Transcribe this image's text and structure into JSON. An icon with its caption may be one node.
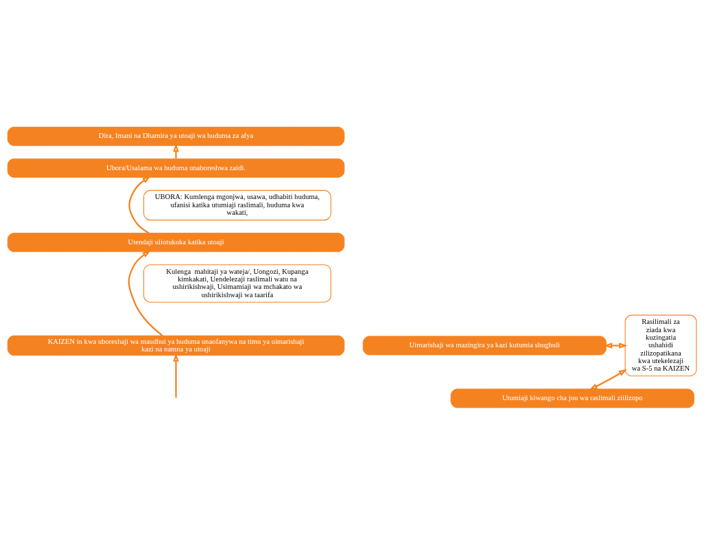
{
  "diagram": {
    "nodes": [
      {
        "text": [
          "Dira, Imani na Dhamira ya utoaji wa huduma za afya"
        ]
      },
      {
        "text": [
          "Ubora/Usalama wa huduma unaboreshwa zaidi."
        ]
      },
      {
        "text": [
          "UBORA: Kumlenga mgonjwa, usawa, udhabiti huduma, ufanisi katika utumiaji raslimali, huduma kwa wakati,"
        ]
      },
      {
        "text": [
          "Utendaji uliotukuka katika utoaji"
        ]
      },
      {
        "text": [
          "Kulenga  mahitaji ya wateja/, Uongozi, Kupanga kimkakati, Uendelezaji raslimali watu na ushirikishwaji, Usimamiaji wa mchakato wa ushirikishwaji wa taarifa"
        ]
      },
      {
        "text": [
          "KAIZEN in kwa uboreshaji wa maudhui ya huduma unaofanywa na timu ya uimarishaji kazi na namna ya utoaji"
        ]
      },
      {
        "text": [
          "Uimarishaji wa mazingira ya kazi kutumia shughuli"
        ]
      },
      {
        "text": [
          "Utumiaji kiwango cha juu wa raslimali ziilizopo"
        ]
      },
      {
        "text": [
          "Rasilimali za ziada kwa kuzingatia ushahidi zilizopatikana kwa utekelezaji wa S-5 na KAIZEN"
        ]
      }
    ],
    "edges": [
      {
        "from": 1,
        "to": 0,
        "arrow": "to"
      },
      {
        "from": 3,
        "to": 1,
        "arrow": "to"
      },
      {
        "from": 5,
        "to": 3,
        "arrow": "to"
      },
      {
        "from": null,
        "to": 5,
        "arrow": "to"
      },
      {
        "from": 6,
        "to": 8,
        "arrow": "both"
      },
      {
        "from": 7,
        "to": 8,
        "arrow": "both"
      }
    ]
  }
}
